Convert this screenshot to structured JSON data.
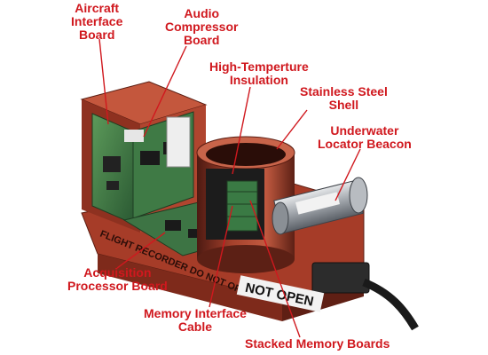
{
  "labels": {
    "aircraft_interface": [
      "Aircraft",
      "Interface",
      "Board"
    ],
    "audio_compressor": [
      "Audio",
      "Compressor",
      "Board"
    ],
    "high_temp_insulation": [
      "High-Temperture",
      "Insulation"
    ],
    "stainless_steel_shell": [
      "Stainless Steel",
      "Shell"
    ],
    "underwater_locator_beacon": [
      "Underwater",
      "Locator Beacon"
    ],
    "acquisition_processor": [
      "Acquisition",
      "Processor Board"
    ],
    "memory_interface_cable": [
      "Memory Interface",
      "Cable"
    ],
    "stacked_memory_boards": [
      "Stacked Memory Boards"
    ]
  },
  "casing_text": {
    "side_text": "FLIGHT RECORDER DO NOT OPEN",
    "open_label": "NOT OPEN"
  },
  "colors": {
    "label_red": "#d0181e",
    "casing_red": "#b4432e",
    "casing_dark": "#7a2418",
    "board_green": "#2f6a3a",
    "steel": "#a9adb2"
  }
}
